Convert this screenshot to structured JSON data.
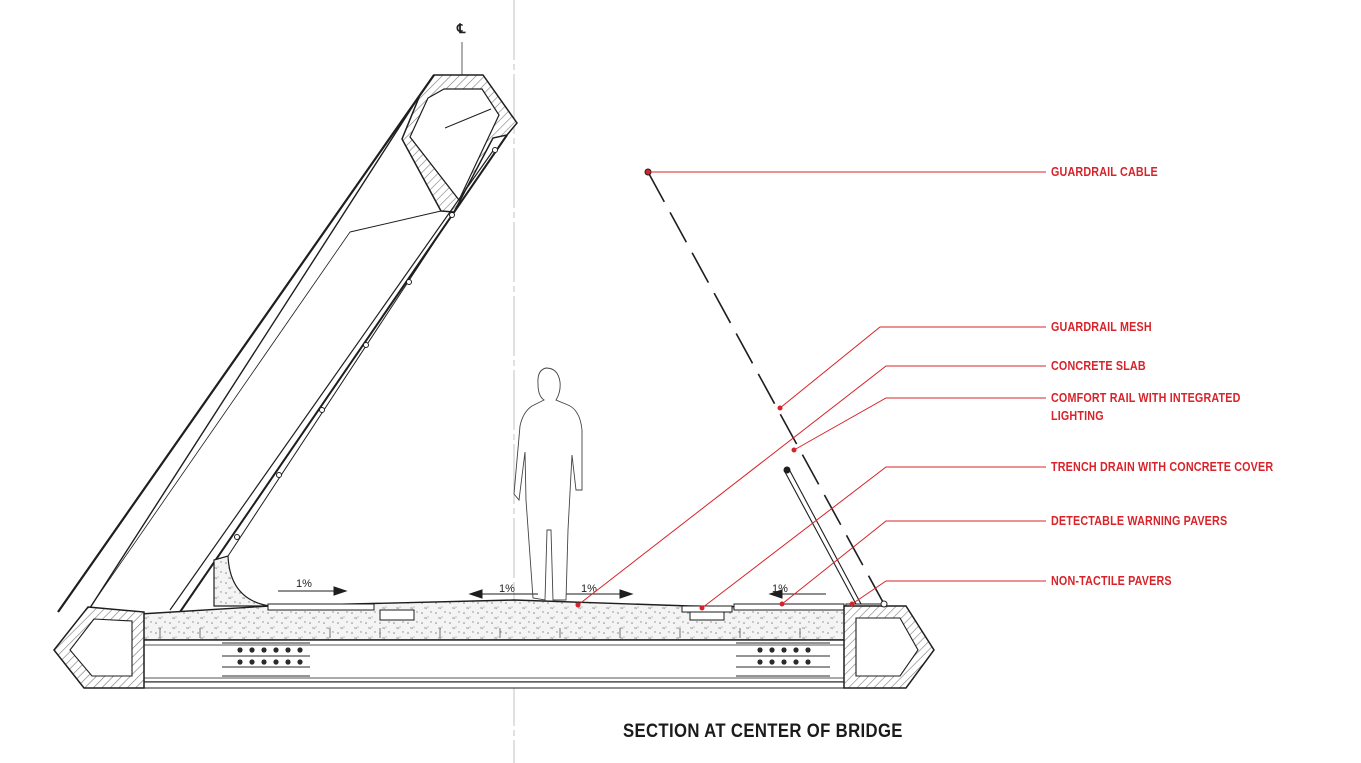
{
  "title": "SECTION AT CENTER OF BRIDGE",
  "centerline_symbol": "℄",
  "slope_label": "1%",
  "callouts": [
    {
      "id": "guardrail-cable",
      "lines": [
        "GUARDRAIL CABLE"
      ]
    },
    {
      "id": "guardrail-mesh",
      "lines": [
        "GUARDRAIL MESH"
      ]
    },
    {
      "id": "concrete-slab",
      "lines": [
        "CONCRETE SLAB"
      ]
    },
    {
      "id": "comfort-rail",
      "lines": [
        "COMFORT RAIL WITH INTEGRATED",
        "LIGHTING"
      ]
    },
    {
      "id": "trench-drain",
      "lines": [
        "TRENCH DRAIN WITH CONCRETE COVER"
      ]
    },
    {
      "id": "detectable-warning-pavers",
      "lines": [
        "DETECTABLE WARNING PAVERS"
      ]
    },
    {
      "id": "non-tactile-pavers",
      "lines": [
        "NON-TACTILE PAVERS"
      ]
    }
  ],
  "colors": {
    "callout": "#d8232a",
    "linework": "#1e1e1e",
    "hatch": "#8a8a8a",
    "centerline": "#9a9a9a",
    "figure": "#444444"
  }
}
